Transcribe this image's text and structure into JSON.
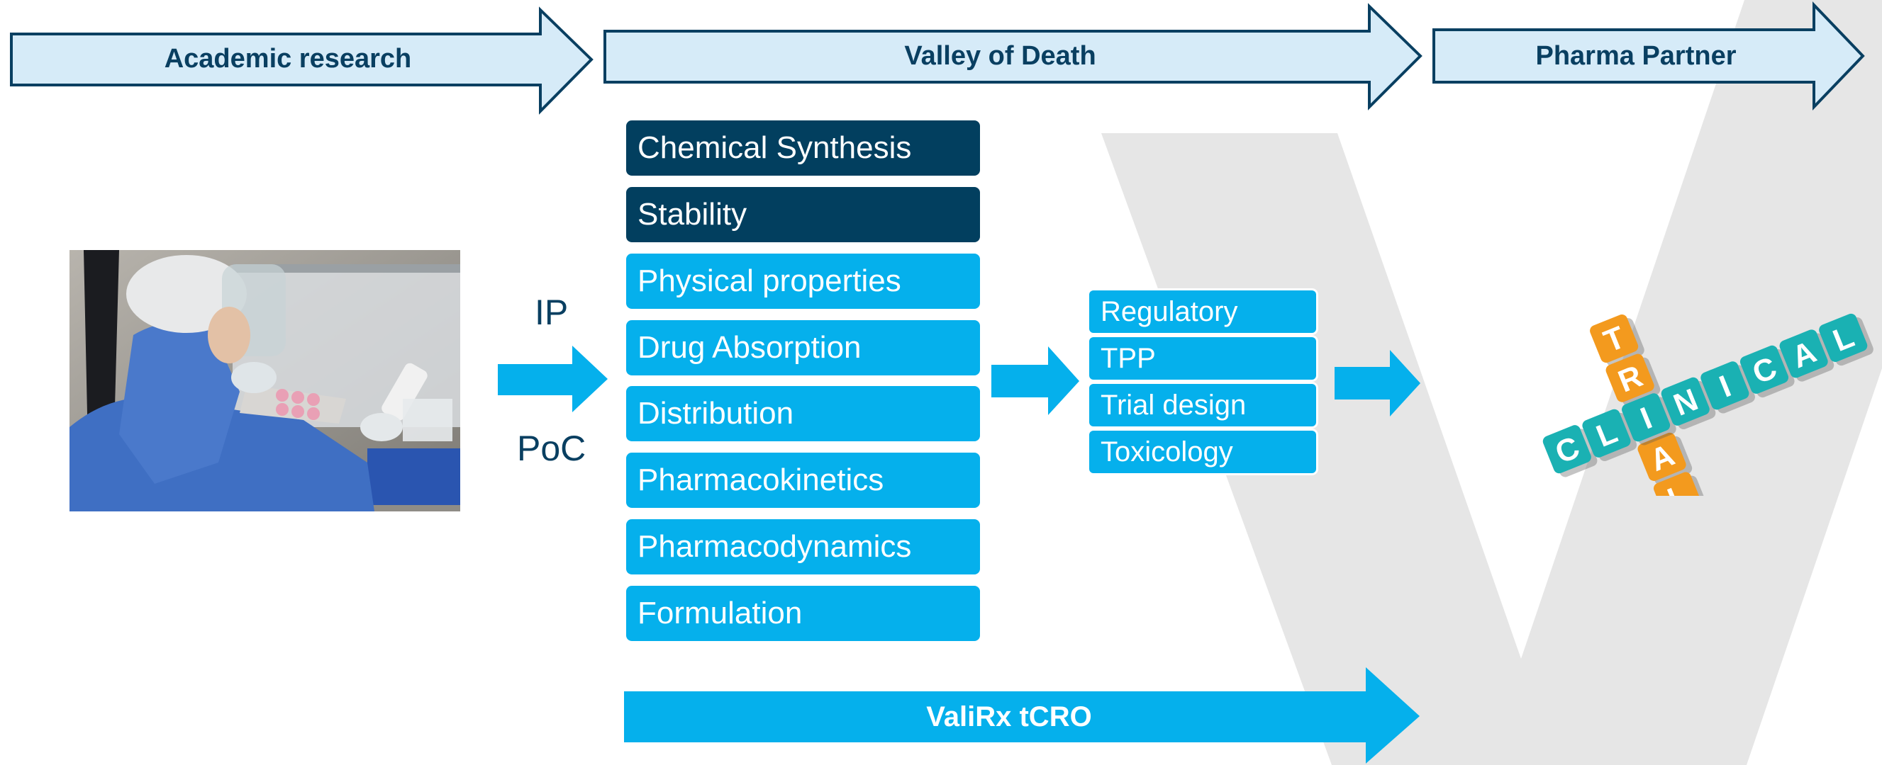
{
  "header": {
    "stage_1": "Academic research",
    "stage_2": "Valley of Death",
    "stage_3": "Pharma Partner"
  },
  "inputs": {
    "label_top": "IP",
    "label_bottom": "PoC"
  },
  "core_services": {
    "dark_items": [
      "Chemical Synthesis",
      "Stability"
    ],
    "light_items": [
      "Physical properties",
      "Drug Absorption",
      "Distribution",
      "Pharmacokinetics",
      "Pharmacodynamics",
      "Formulation"
    ]
  },
  "clinical_services": [
    "Regulatory",
    "TPP",
    "Trial design",
    "Toxicology"
  ],
  "clinical_tiles": {
    "horizontal_word": "CLINICAL",
    "vertical_word": "TRIAL"
  },
  "footer": {
    "tcro_label": "ValiRx tCRO"
  },
  "colors": {
    "dark_navy": "#023f5f",
    "bright_blue": "#05b0ec",
    "pale_blue": "#d6ebf8",
    "outline_navy": "#093f61",
    "watermark_grey": "#e6e6e6",
    "tile_teal": "#1ab1b3",
    "tile_orange": "#f39a1e"
  },
  "icons": [
    "lab-photo",
    "clinical-trial-tiles-icon",
    "valirx-v-watermark"
  ]
}
